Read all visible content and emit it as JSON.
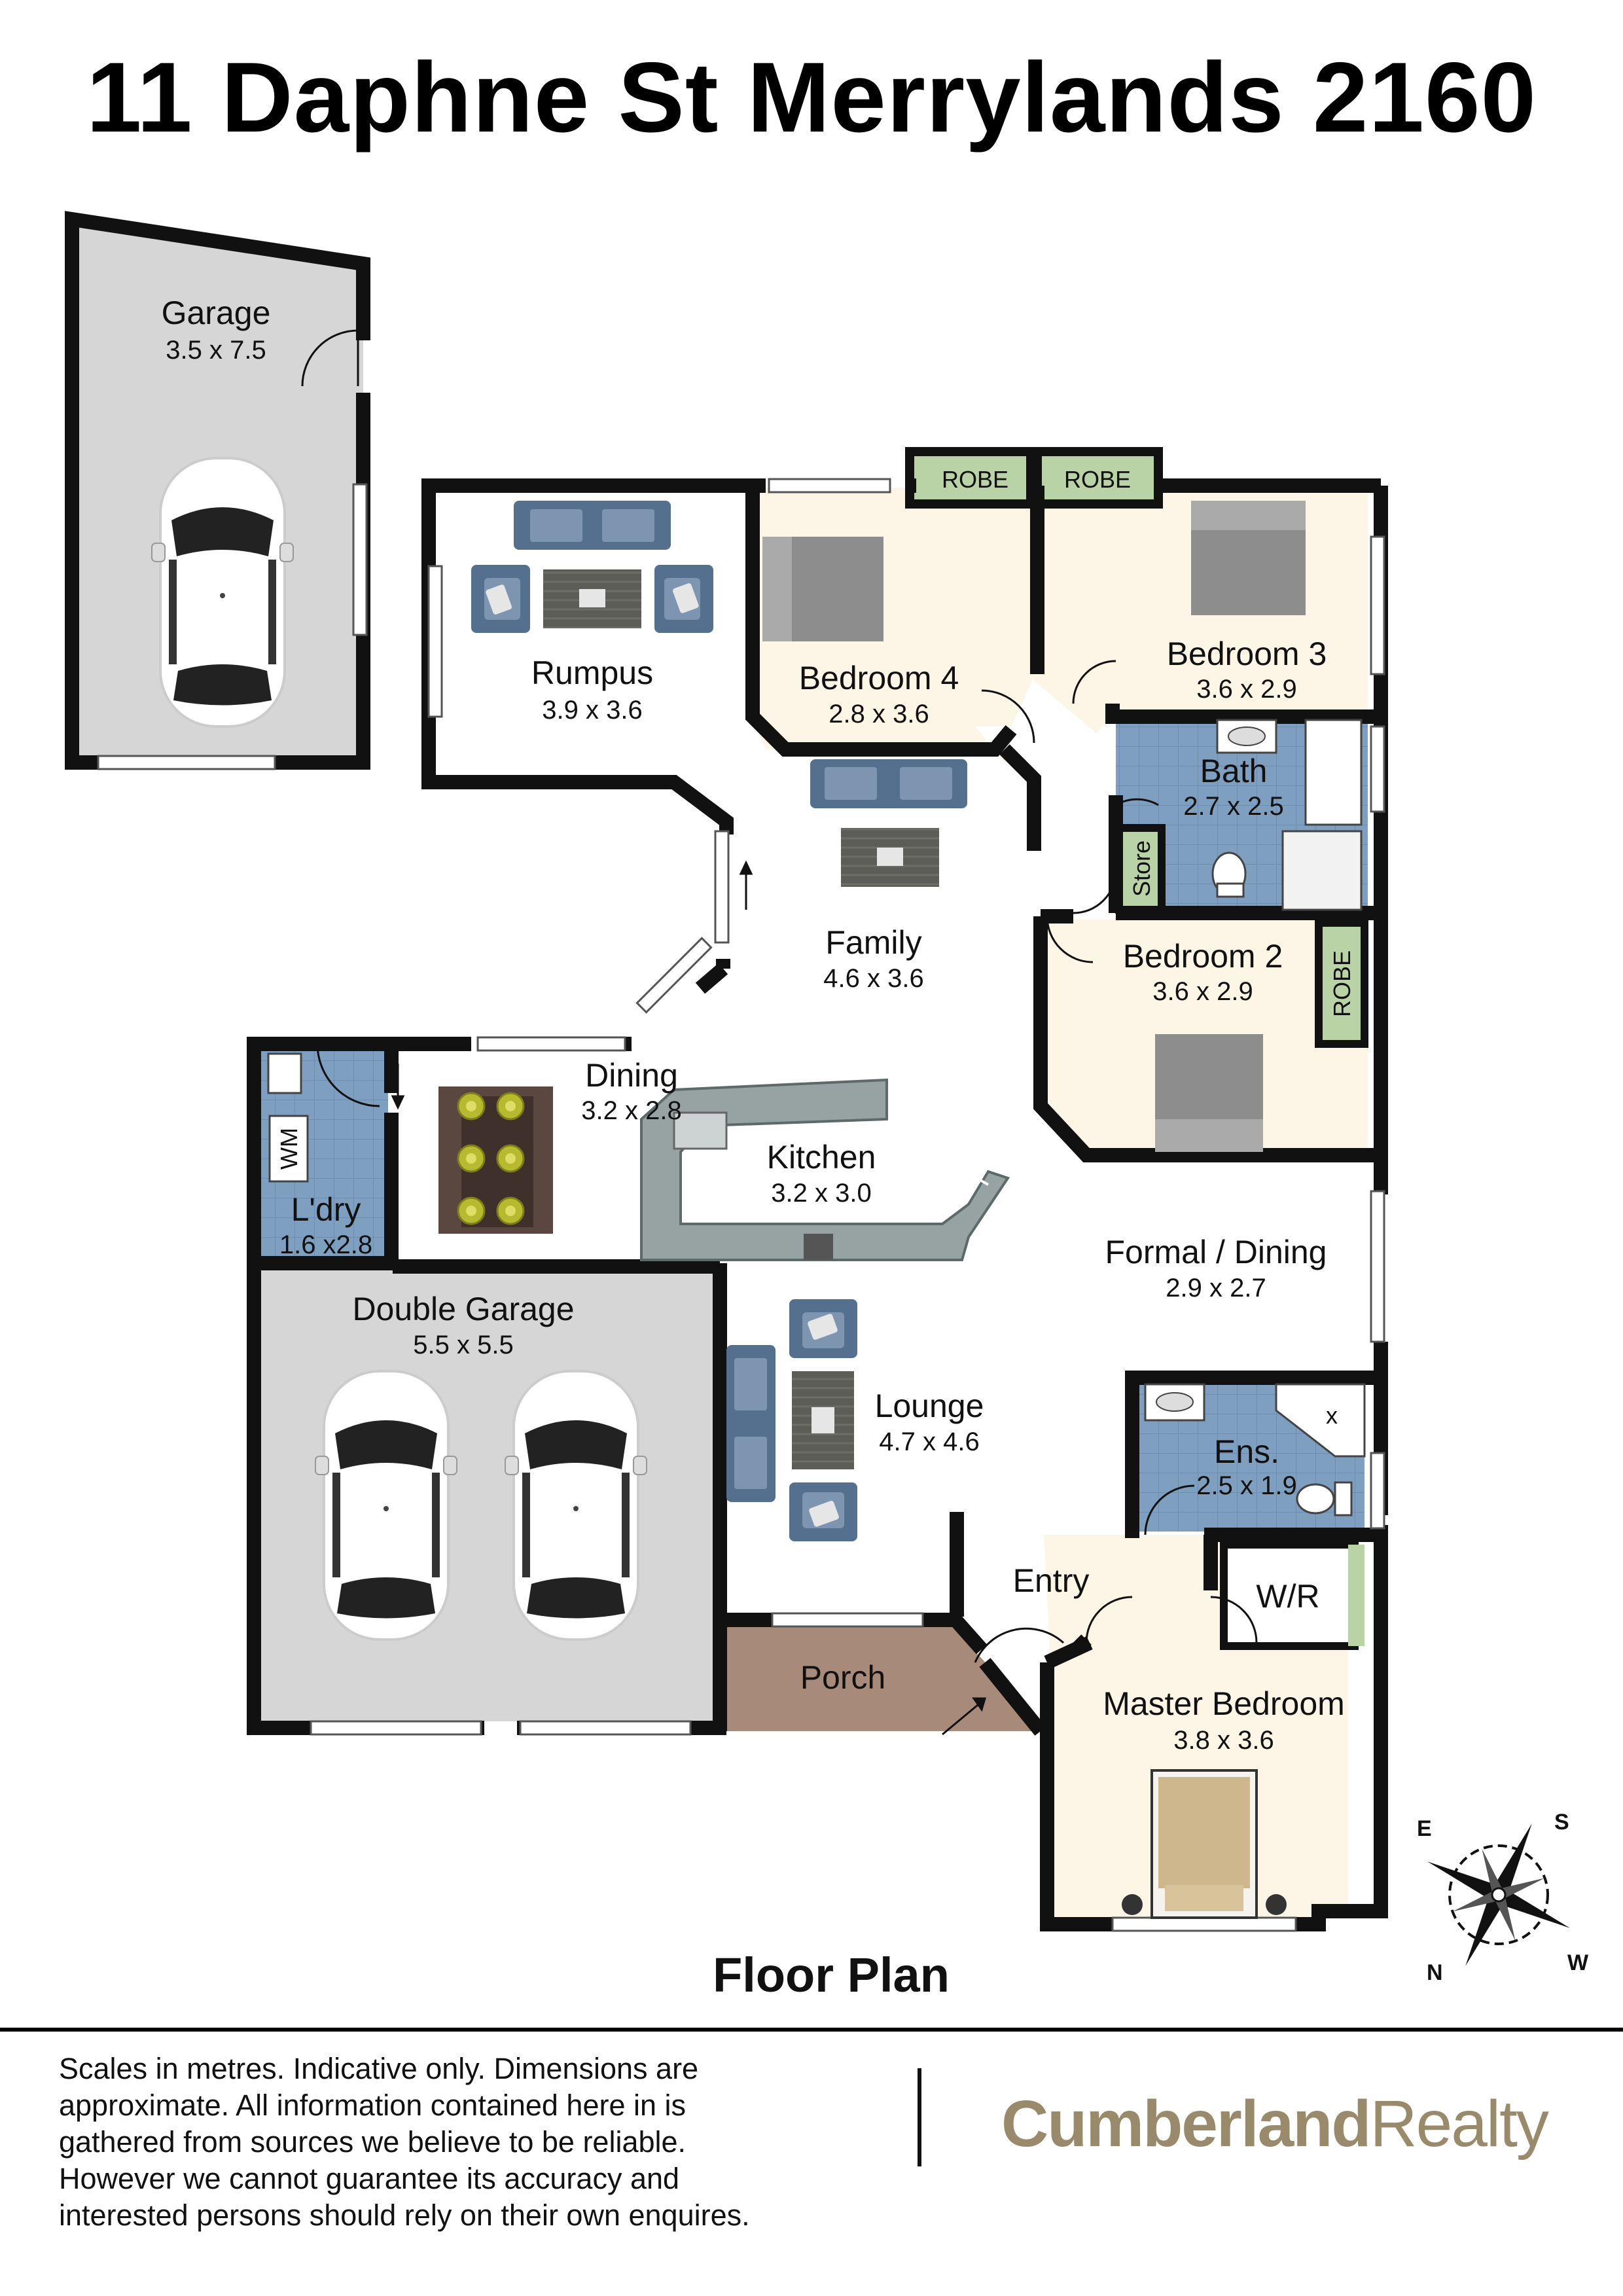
{
  "title": "11 Daphne St Merrylands 2160",
  "plan_label": "Floor Plan",
  "rooms": {
    "garage": {
      "name": "Garage",
      "dims": "3.5 x 7.5"
    },
    "rumpus": {
      "name": "Rumpus",
      "dims": "3.9 x 3.6"
    },
    "bedroom4": {
      "name": "Bedroom 4",
      "dims": "2.8 x 3.6"
    },
    "bedroom3": {
      "name": "Bedroom 3",
      "dims": "3.6 x 2.9"
    },
    "bath": {
      "name": "Bath",
      "dims": "2.7 x 2.5"
    },
    "family": {
      "name": "Family",
      "dims": "4.6 x 3.6"
    },
    "bedroom2": {
      "name": "Bedroom 2",
      "dims": "3.6 x 2.9"
    },
    "dining": {
      "name": "Dining",
      "dims": "3.2 x 2.8"
    },
    "kitchen": {
      "name": "Kitchen",
      "dims": "3.2 x 3.0"
    },
    "laundry": {
      "name": "L'dry",
      "dims": "1.6 x2.8"
    },
    "formal_dining": {
      "name": "Formal / Dining",
      "dims": "2.9 x 2.7"
    },
    "double_garage": {
      "name": "Double Garage",
      "dims": "5.5 x 5.5"
    },
    "lounge": {
      "name": "Lounge",
      "dims": "4.7 x 4.6"
    },
    "ensuite": {
      "name": "Ens.",
      "dims": "2.5 x 1.9"
    },
    "entry": {
      "name": "Entry"
    },
    "porch": {
      "name": "Porch"
    },
    "master_bedroom": {
      "name": "Master Bedroom",
      "dims": "3.8 x 3.6"
    }
  },
  "fixtures": {
    "robe": "ROBE",
    "store": "Store",
    "wm": "WM",
    "wr": "W/R",
    "shower_x": "x"
  },
  "compass": {
    "e": "E",
    "s": "S",
    "n": "N",
    "w": "W"
  },
  "disclaimer": [
    "Scales in metres. Indicative only. Dimensions are",
    "approximate. All information contained here in is",
    "gathered from sources we believe to be reliable.",
    "However we cannot guarantee its accuracy and",
    "interested persons should rely on their own enquires."
  ],
  "brand": {
    "part1": "Cumberland",
    "part2": "Realty"
  },
  "colors": {
    "wall": "#111111",
    "bedroom_floor": "#fdf5e6",
    "wet_floor": "#7f9fc0",
    "garage_floor": "#d6d6d6",
    "robe": "#b9d3a6",
    "porch": "#a88a7a",
    "kitchen_bench": "#97a3a3",
    "brand": "#9a8a6c"
  }
}
